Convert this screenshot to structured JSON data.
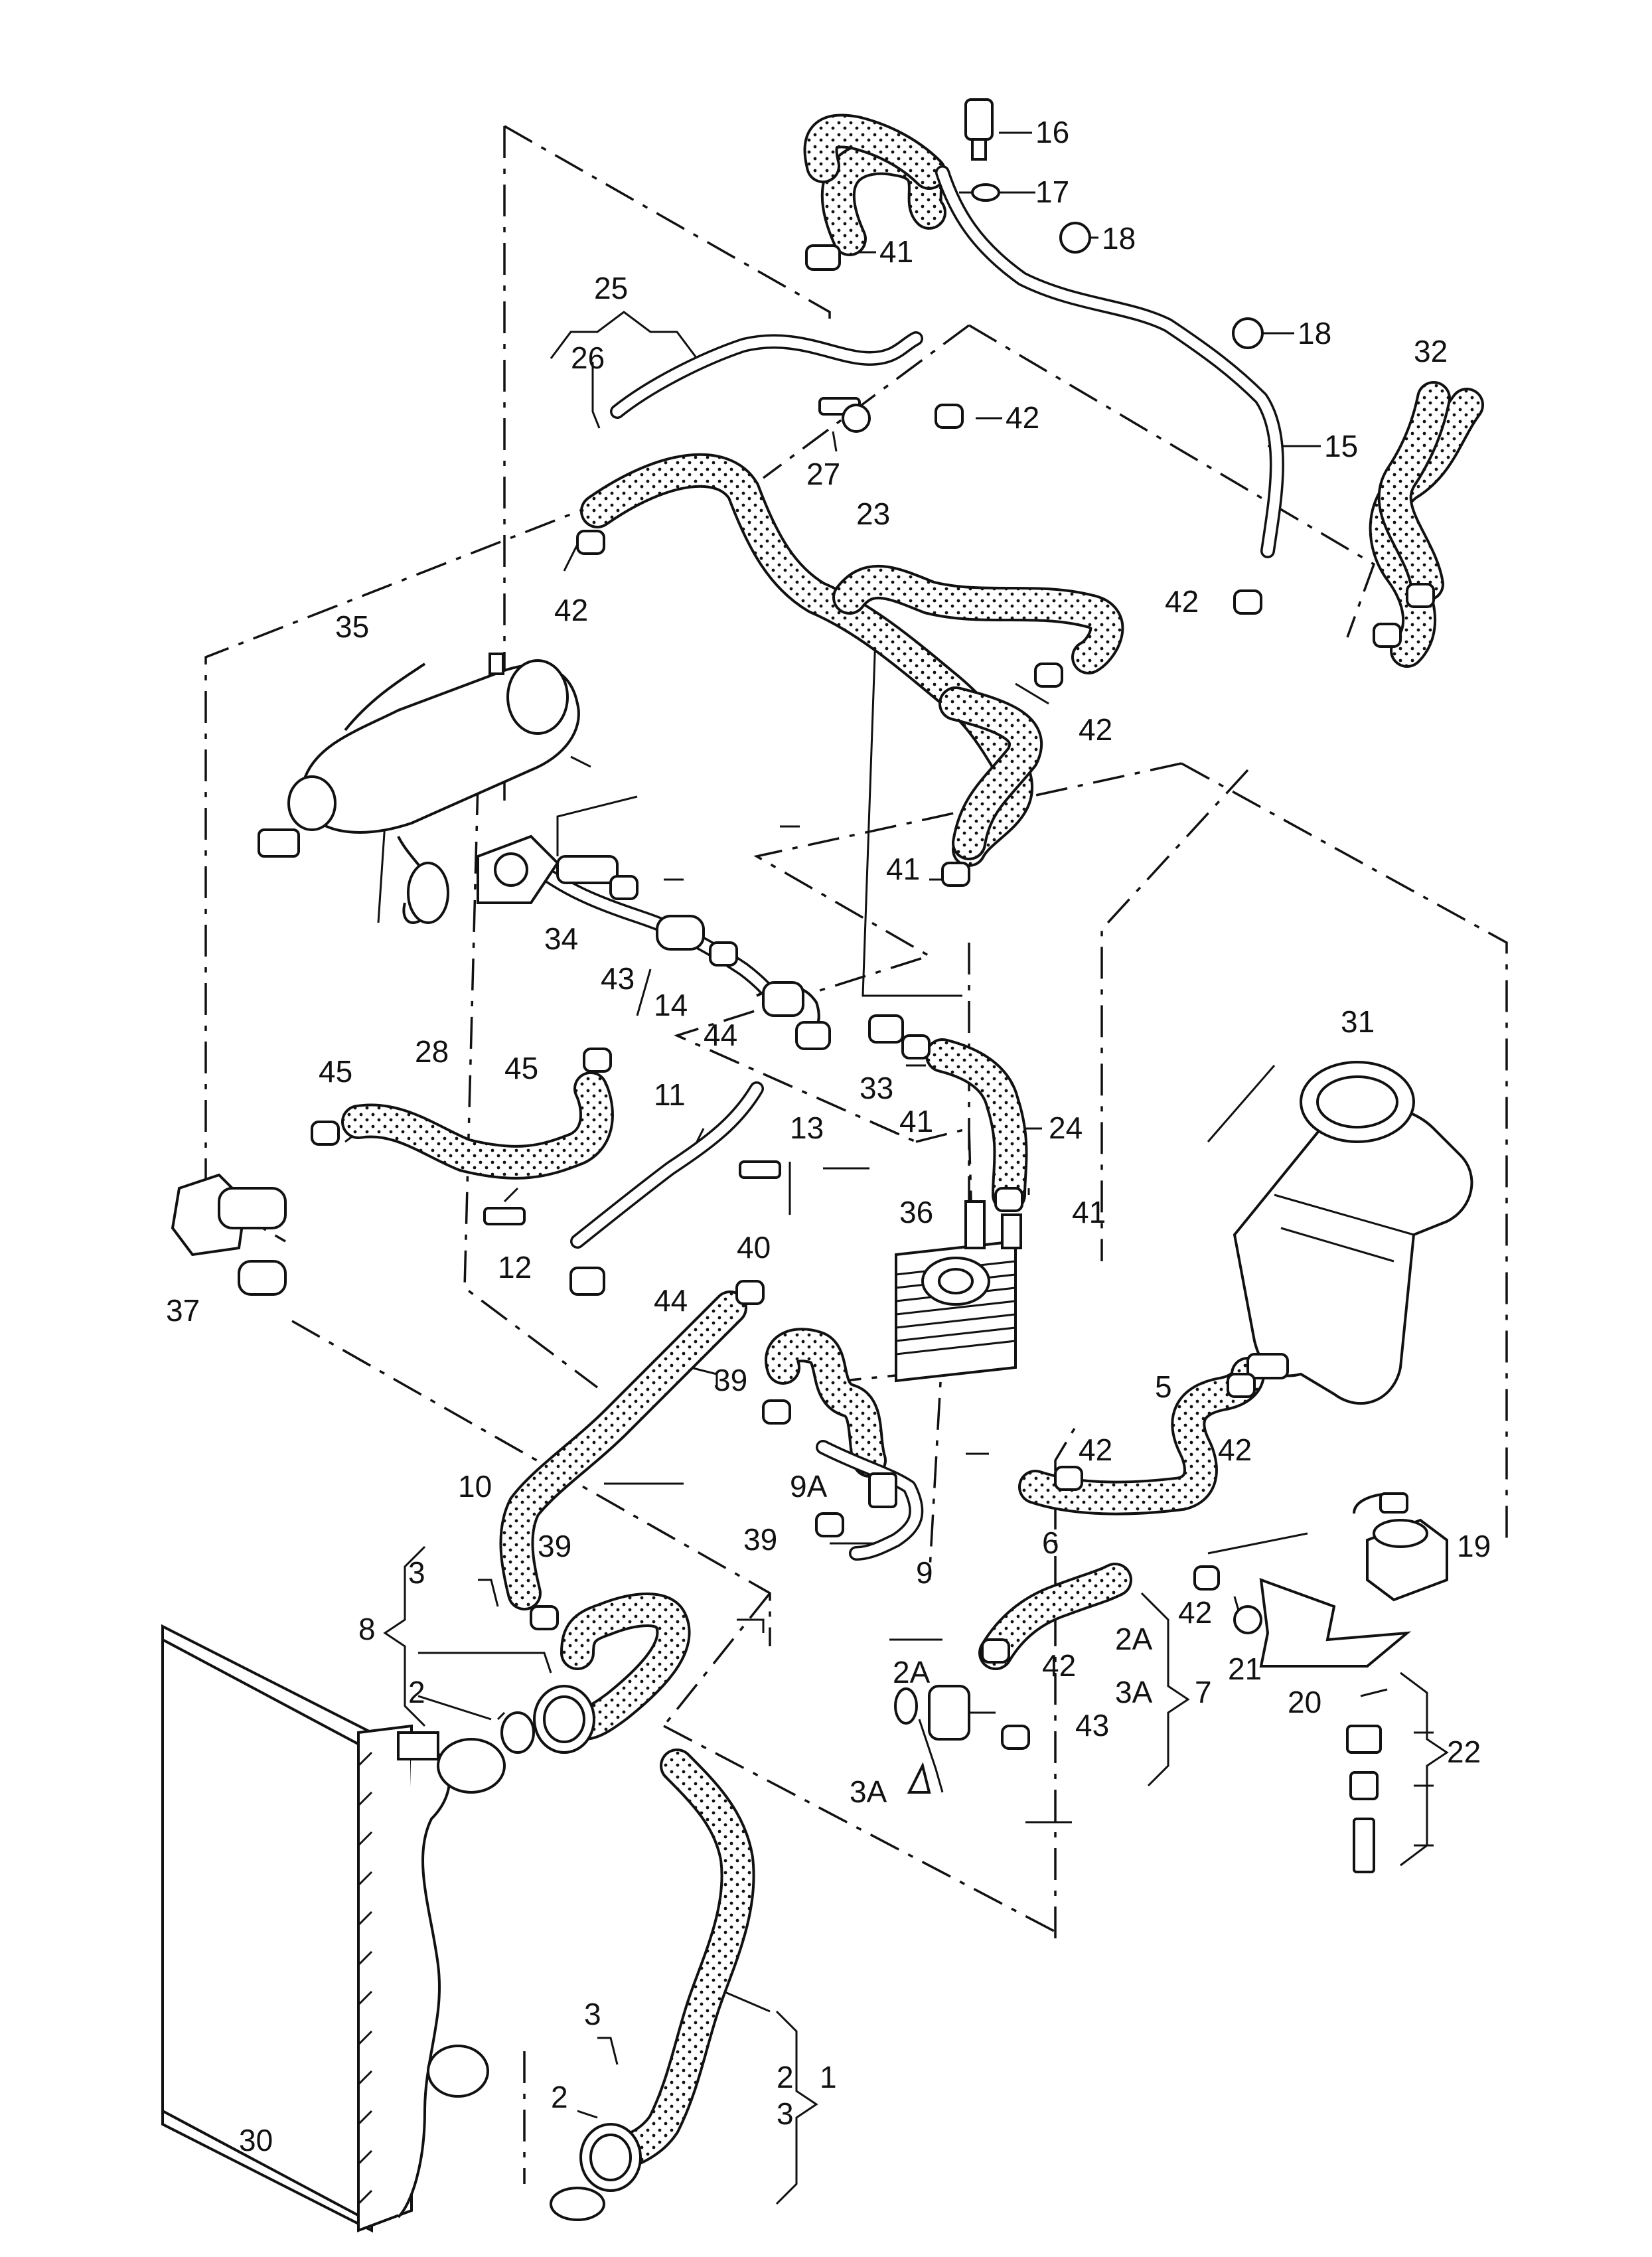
{
  "diagram": {
    "callouts": [
      {
        "id": "c16",
        "text": "16"
      },
      {
        "id": "c17",
        "text": "17"
      },
      {
        "id": "c18a",
        "text": "18"
      },
      {
        "id": "c41a",
        "text": "41"
      },
      {
        "id": "c25",
        "text": "25"
      },
      {
        "id": "c18b",
        "text": "18"
      },
      {
        "id": "c26",
        "text": "26"
      },
      {
        "id": "c32",
        "text": "32"
      },
      {
        "id": "c42a",
        "text": "42"
      },
      {
        "id": "c15",
        "text": "15"
      },
      {
        "id": "c27",
        "text": "27"
      },
      {
        "id": "c23",
        "text": "23"
      },
      {
        "id": "c42b",
        "text": "42"
      },
      {
        "id": "c42c",
        "text": "42"
      },
      {
        "id": "c35",
        "text": "35"
      },
      {
        "id": "c42d",
        "text": "42"
      },
      {
        "id": "c41b",
        "text": "41"
      },
      {
        "id": "c34",
        "text": "34"
      },
      {
        "id": "c43a",
        "text": "43"
      },
      {
        "id": "c14",
        "text": "14"
      },
      {
        "id": "c44a",
        "text": "44"
      },
      {
        "id": "c31",
        "text": "31"
      },
      {
        "id": "c28",
        "text": "28"
      },
      {
        "id": "c45a",
        "text": "45"
      },
      {
        "id": "c45b",
        "text": "45"
      },
      {
        "id": "c33",
        "text": "33"
      },
      {
        "id": "c11",
        "text": "11"
      },
      {
        "id": "c41c",
        "text": "41"
      },
      {
        "id": "c24",
        "text": "24"
      },
      {
        "id": "c13",
        "text": "13"
      },
      {
        "id": "c41d",
        "text": "41"
      },
      {
        "id": "c36",
        "text": "36"
      },
      {
        "id": "c12",
        "text": "12"
      },
      {
        "id": "c37",
        "text": "37"
      },
      {
        "id": "c40",
        "text": "40"
      },
      {
        "id": "c44b",
        "text": "44"
      },
      {
        "id": "c39a",
        "text": "39"
      },
      {
        "id": "c5",
        "text": "5"
      },
      {
        "id": "c42e",
        "text": "42"
      },
      {
        "id": "c42f",
        "text": "42"
      },
      {
        "id": "c9A",
        "text": "9A"
      },
      {
        "id": "c10",
        "text": "10"
      },
      {
        "id": "c39b",
        "text": "39"
      },
      {
        "id": "c9",
        "text": "9"
      },
      {
        "id": "c6",
        "text": "6"
      },
      {
        "id": "c19",
        "text": "19"
      },
      {
        "id": "c3a",
        "text": "3"
      },
      {
        "id": "c39c",
        "text": "39"
      },
      {
        "id": "c8",
        "text": "8"
      },
      {
        "id": "c42g",
        "text": "42"
      },
      {
        "id": "c2Aa",
        "text": "2A"
      },
      {
        "id": "c2Ab",
        "text": "2A"
      },
      {
        "id": "c42h",
        "text": "42"
      },
      {
        "id": "c21",
        "text": "21"
      },
      {
        "id": "c2a",
        "text": "2"
      },
      {
        "id": "c3Aa",
        "text": "3A"
      },
      {
        "id": "c7",
        "text": "7"
      },
      {
        "id": "c20",
        "text": "20"
      },
      {
        "id": "c43b",
        "text": "43"
      },
      {
        "id": "c3Ab",
        "text": "3A"
      },
      {
        "id": "c22",
        "text": "22"
      },
      {
        "id": "c3b",
        "text": "3"
      },
      {
        "id": "c2b",
        "text": "2"
      },
      {
        "id": "c1",
        "text": "1"
      },
      {
        "id": "c2c",
        "text": "2"
      },
      {
        "id": "c3c",
        "text": "3"
      },
      {
        "id": "c30",
        "text": "30"
      }
    ]
  }
}
